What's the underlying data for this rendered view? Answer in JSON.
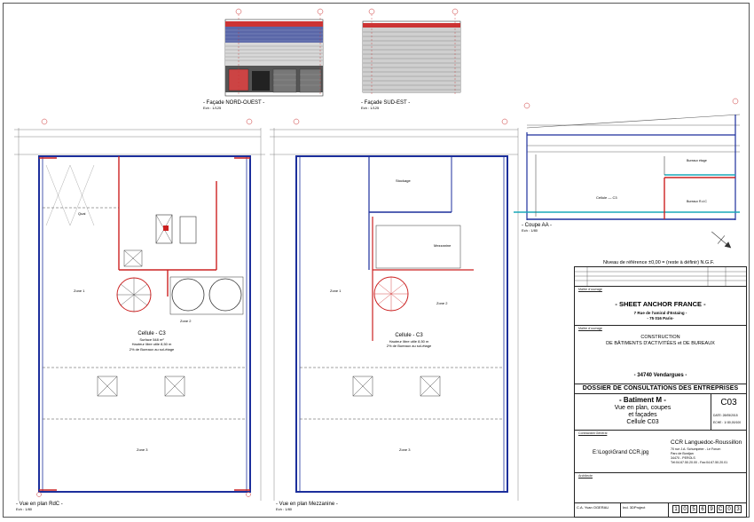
{
  "facades": {
    "north_west_label": "- Façade NORD-OUEST -",
    "north_west_scale": "Ech : 1/125",
    "south_east_label": "- Façade SUD-EST -",
    "south_east_scale": "Ech : 1/125"
  },
  "section": {
    "label": "- Coupe AA -",
    "scale": "Ech : 1/80",
    "cell_label": "Cellule — C3",
    "office_top": "Bureaux étage",
    "office_bottom": "Bureaux R.d.C",
    "reference_level": "Niveau de référence ±0,00 = (reste à définir) N.G.F."
  },
  "plan_rdc": {
    "label": "- Vue en plan RdC -",
    "scale": "Ech : 1/80",
    "cell_title": "Cellule - C3",
    "cell_lines": [
      "Surface 548 m²",
      "Hauteur libre utile 8,50 m",
      "2% de Bureaux au sol-étage"
    ],
    "zone1": "Zone 1",
    "zone2": "Zone 2",
    "zone3": "Zone 3",
    "quai": "Quai"
  },
  "plan_mezz": {
    "label": "- Vue en plan Mezzanine -",
    "scale": "Ech : 1/80",
    "cell_title": "Cellule - C3",
    "cell_lines": [
      "Hauteur libre utile 8,50 m",
      "2% de Bureaux au sol-étage"
    ],
    "storage": "Stockage",
    "mezzanine": "Mezzanine",
    "zone1": "Zone 1",
    "zone2": "Zone 2",
    "zone3": "Zone 3"
  },
  "title_block": {
    "owner_label": "Maître d'ouvrage",
    "owner_name": "- SHEET ANCHOR FRANCE -",
    "owner_address1": "7 Rue de l'amiral d'Estaing -",
    "owner_address2": "- 75 016 Paris-",
    "project_label": "Maître d'ouvrage",
    "project_line1": "CONSTRUCTION",
    "project_line2": "DE BÂTIMENTS D'ACTIVITÉES et DE BUREAUX",
    "project_place": "- 34740 Vendargues -",
    "dossier": "DOSSIER DE CONSULTATIONS DES ENTREPRISES",
    "building": "- Batiment M -",
    "sub1": "Vue en plan, coupes",
    "sub2": "et façades",
    "sub3": "Cellule C03",
    "code": "C03",
    "date": "DATE: 28/05/2015",
    "scale": "ECHE : 1/ 80,00/100",
    "contractor_label": "Contractant Général",
    "logo_text": "E:\\Logo\\Grand CCR.jpg",
    "contractor_name": "CCR Languedoc-Roussillon",
    "contractor_addr1": "70 rue J.A. Schumpeter - Le Forum",
    "contractor_addr2": "Parc de Bordjan",
    "contractor_addr3": "34470 - PEROLS",
    "contractor_tel": "Tél:04.67.50.20.00 - Fax:04.67.50.20.01",
    "architect_label": "Architecte",
    "footer_ca": "C.A. Yvan OGERAU",
    "footer_ref": "Ind. 3DProject",
    "footer_digits": [
      "1",
      "0",
      "5",
      "6",
      "9",
      "C",
      "0",
      "3"
    ]
  }
}
